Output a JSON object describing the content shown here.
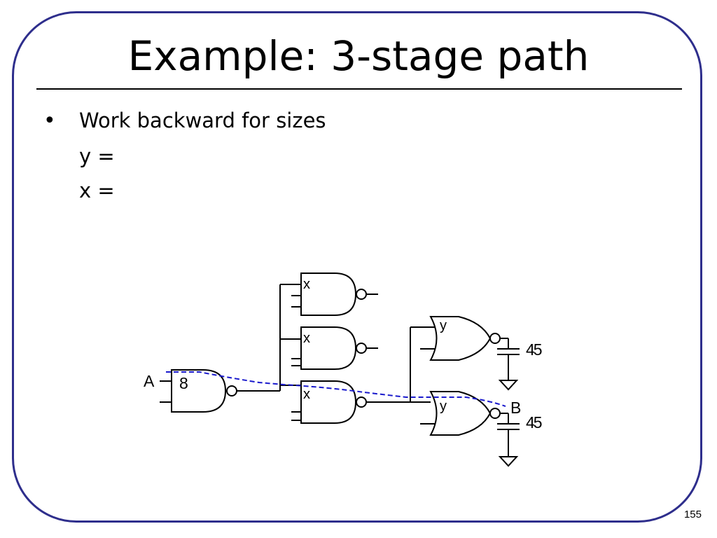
{
  "slide": {
    "title": "Example: 3-stage path",
    "bullet": "Work backward for sizes",
    "eq_y": "y =",
    "eq_x": "x =",
    "page_number": "155"
  },
  "diagram": {
    "input_label": "A",
    "output_label": "B",
    "gate1_size": "8",
    "nand_top_size": "x",
    "nand_mid_size": "x",
    "nand_bottom_size": "x",
    "nor_top_size": "y",
    "nor_bottom_size": "y",
    "load_top": "45",
    "load_bottom": "45",
    "frame_color": "#2e2e8c",
    "path_color": "#1a1acc"
  }
}
